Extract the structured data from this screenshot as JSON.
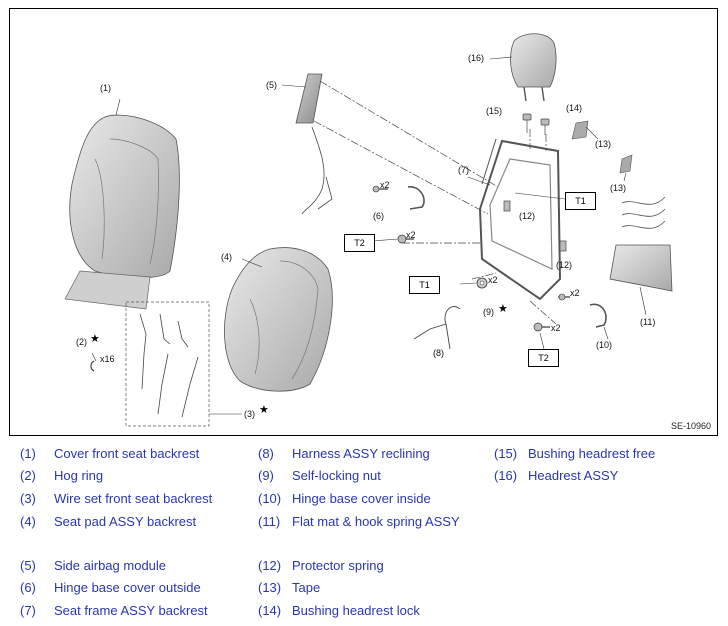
{
  "figure": {
    "id": "SE-10960",
    "callouts": {
      "c1": "(1)",
      "c2": "(2)",
      "c3": "(3)",
      "c4": "(4)",
      "c5": "(5)",
      "c6": "(6)",
      "c7": "(7)",
      "c8": "(8)",
      "c9": "(9)",
      "c10": "(10)",
      "c11": "(11)",
      "c12a": "(12)",
      "c12b": "(12)",
      "c13a": "(13)",
      "c13b": "(13)",
      "c14": "(14)",
      "c15": "(15)",
      "c16": "(16)"
    },
    "torque": {
      "t1a": "T1",
      "t1b": "T1",
      "t2a": "T2",
      "t2b": "T2"
    },
    "multipliers": {
      "x16": "x16",
      "x2a": "x2",
      "x2b": "x2",
      "x2c": "x2",
      "x2d": "x2",
      "x2e": "x2"
    },
    "star": "★"
  },
  "legend": [
    {
      "num": "(1)",
      "name": "Cover front seat backrest"
    },
    {
      "num": "(2)",
      "name": "Hog ring"
    },
    {
      "num": "(3)",
      "name": "Wire set front seat backrest"
    },
    {
      "num": "(4)",
      "name": "Seat pad ASSY backrest"
    },
    {
      "num": "(5)",
      "name": "Side airbag module"
    },
    {
      "num": "(6)",
      "name": "Hinge base cover outside"
    },
    {
      "num": "(7)",
      "name": "Seat frame ASSY backrest"
    },
    {
      "num": "(8)",
      "name": "Harness ASSY reclining"
    },
    {
      "num": "(9)",
      "name": "Self-locking nut"
    },
    {
      "num": "(10)",
      "name": "Hinge base cover inside"
    },
    {
      "num": "(11)",
      "name": "Flat mat & hook spring ASSY"
    },
    {
      "num": "(12)",
      "name": "Protector spring"
    },
    {
      "num": "(13)",
      "name": "Tape"
    },
    {
      "num": "(14)",
      "name": "Bushing headrest lock"
    },
    {
      "num": "(15)",
      "name": "Bushing headrest free"
    },
    {
      "num": "(16)",
      "name": "Headrest ASSY"
    }
  ]
}
